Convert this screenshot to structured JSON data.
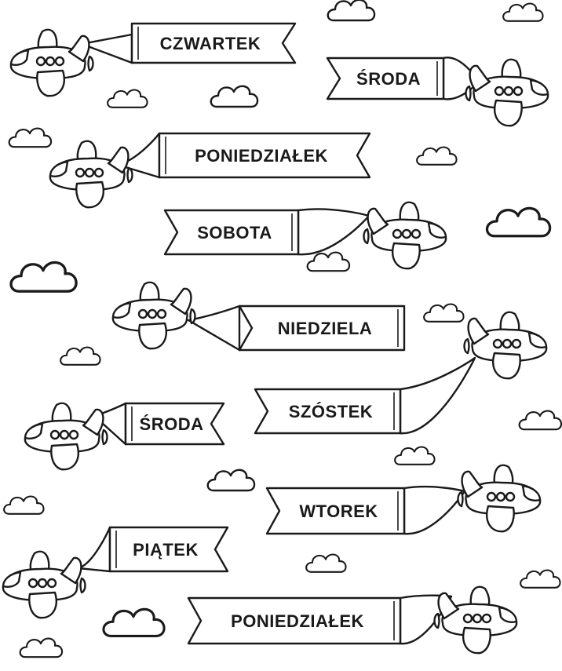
{
  "banners": [
    {
      "label": "CZWARTEK"
    },
    {
      "label": "ŚRODA"
    },
    {
      "label": "PONIEDZIAŁEK"
    },
    {
      "label": "SOBOTA"
    },
    {
      "label": "NIEDZIELA"
    },
    {
      "label": "ŚRODA"
    },
    {
      "label": "SZÓSTEK"
    },
    {
      "label": "WTOREK"
    },
    {
      "label": "PIĄTEK"
    },
    {
      "label": "PONIEDZIAŁEK"
    }
  ],
  "colors": {
    "ink": "#1a1a1a",
    "paper": "#ffffff"
  }
}
